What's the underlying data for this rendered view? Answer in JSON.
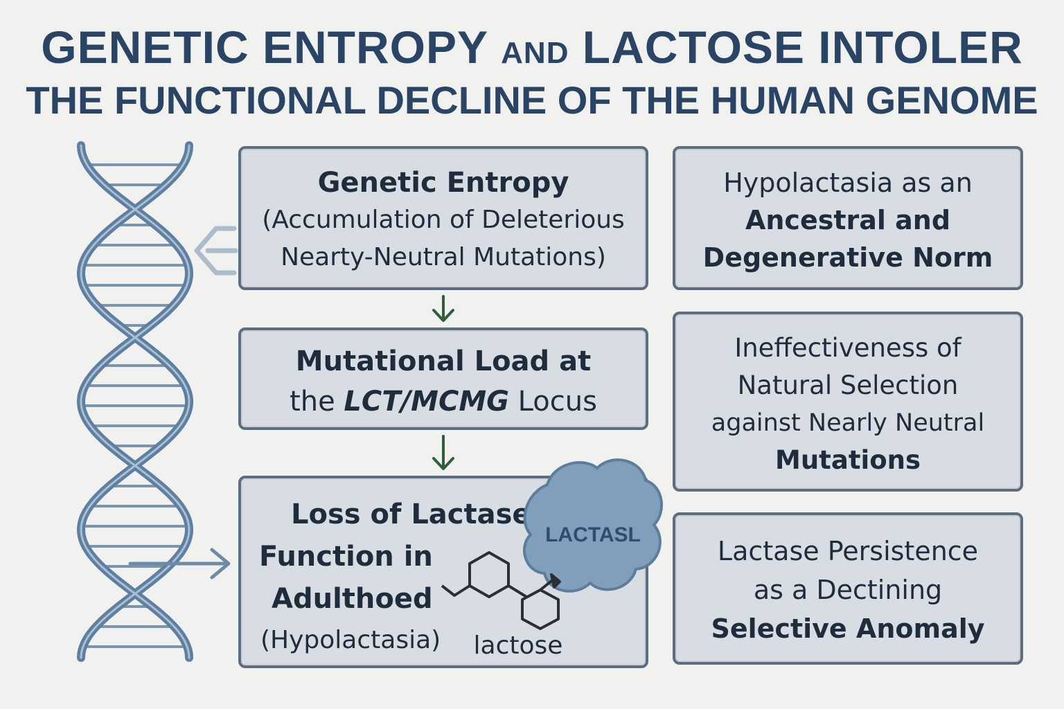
{
  "title": {
    "line1_part1": "GENETIC ENTROPY ",
    "line1_and": "AND",
    "line1_part2": " LACTOSE INTOLER",
    "line2": "THE FUNCTIONAL DECLINE OF THE HUMAN GENOME"
  },
  "left_boxes": {
    "entropy": {
      "title": "Genetic Entropy",
      "line2": "(Accumulation of Deleterious",
      "line3": "Nearty-Neutral Mutations)"
    },
    "load": {
      "line1": "Mutational Load at",
      "line2_prefix": "the ",
      "line2_italic": "LCT/MCMG",
      "line2_suffix": " Locus"
    },
    "loss": {
      "line1": "Loss of Lactase",
      "line2": "Function in",
      "line3": "Adulthoed",
      "line4": "(Hypolactasia)",
      "enzyme_label": "LACTASL",
      "molecule_label": "lactose"
    }
  },
  "right_boxes": {
    "hypolactasia": {
      "line1": "Hypolactasia as an",
      "line2": "Ancestral and",
      "line3": "Degenerative Norm"
    },
    "selection": {
      "line1": "Ineffectiveness of",
      "line2": "Natural Selection",
      "line3": "against Nearly Neutral",
      "line4": "Mutations"
    },
    "persistence": {
      "line1": "Lactase Persistence",
      "line2": "as a Dectining",
      "line3": "Selective Anomaly"
    }
  },
  "colors": {
    "title": "#2a4466",
    "box_fill": "#d8dde3",
    "box_border": "#5c6d80",
    "flow_arrow": "#2f5e3c",
    "dna": "#5e7f9f",
    "enzyme": "#7f9fbd"
  },
  "icons": {
    "dna": "dna-helix-icon",
    "enzyme": "enzyme-blob-icon",
    "molecule": "lactose-molecule-icon"
  }
}
